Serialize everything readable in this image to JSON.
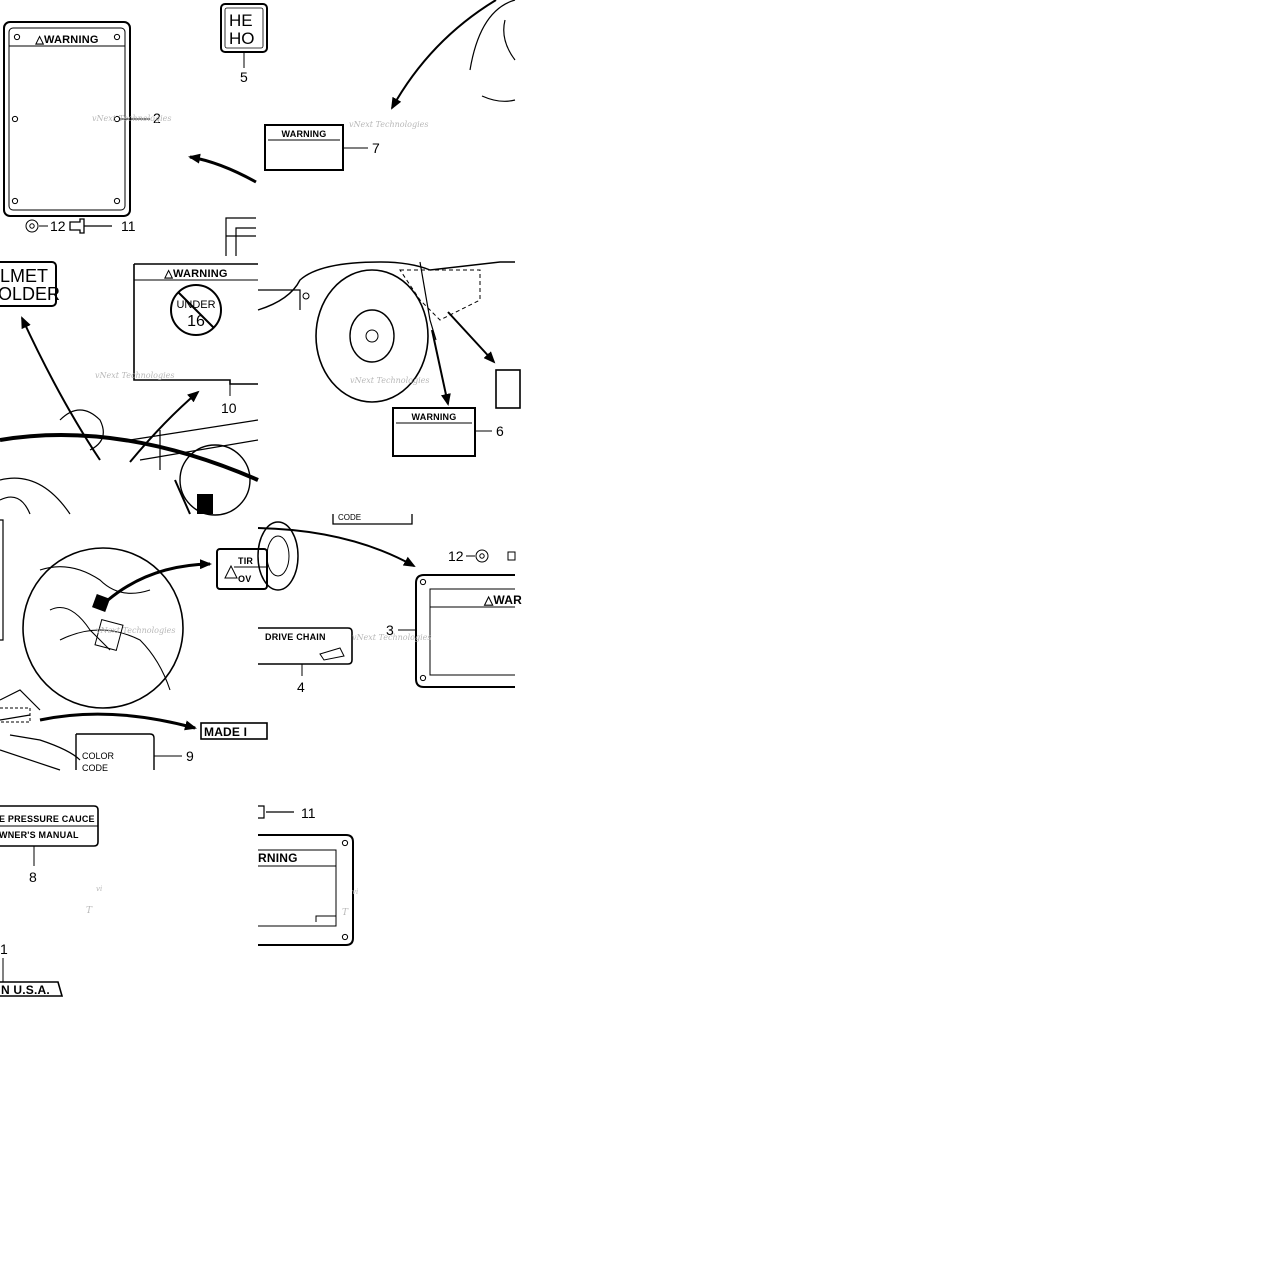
{
  "decals": {
    "warning_2": "△WARNING",
    "helmet_holder_top": "HE",
    "helmet_holder_bottom": "HO",
    "helmet_holder_full_top": "LMET",
    "helmet_holder_full_bottom": "OLDER",
    "warning_7": "WARNING",
    "warning_10": "△WARNING",
    "under_16_top": "UNDER",
    "under_16_number": "16",
    "warning_6": "WARNING",
    "code_fragment": "CODE",
    "tire_top": "TIR",
    "tire_bottom": "OV",
    "made_in": "MADE I",
    "color_code_top": "COLOR",
    "color_code_bottom": "CODE",
    "warning_3": "△WAR",
    "drive_chain": "DRIVE CHAIN",
    "tire_pressure": "E PRESSURE CAUCE",
    "owners_manual": "WNER'S MANUAL",
    "made_in_usa": "N U.S.A.",
    "warning_1": "RNING"
  },
  "callouts": {
    "c1": "1",
    "c2": "2",
    "c3": "3",
    "c4": "4",
    "c5": "5",
    "c6": "6",
    "c7": "7",
    "c8": "8",
    "c9": "9",
    "c10": "10",
    "c11a": "11",
    "c11b": "11",
    "c12a": "12",
    "c12b": "12"
  },
  "watermark": {
    "brand": "vNext Technologies",
    "short": "vNext Technologies",
    "fragment": "vi",
    "fragment_t": "T"
  }
}
